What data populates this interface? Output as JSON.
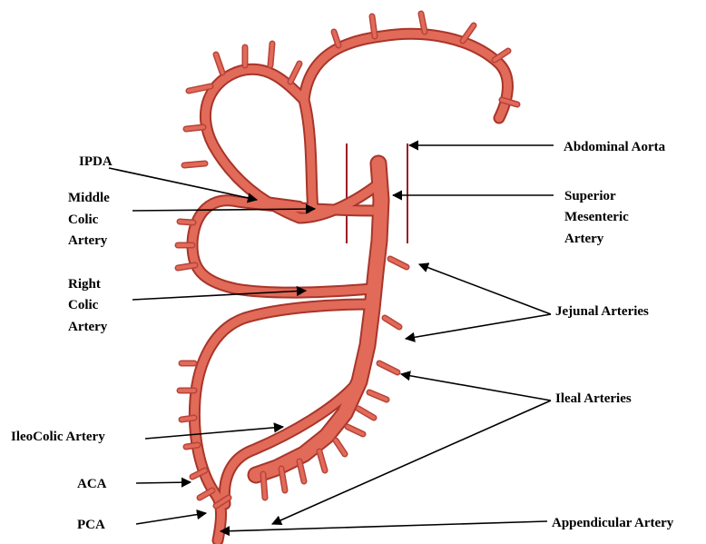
{
  "colors": {
    "vessel_fill": "#e16a58",
    "vessel_outline": "#a8352a",
    "aorta_line": "#9b1d28",
    "pointer": "#000000",
    "background": "#ffffff"
  },
  "labels": {
    "ipda": "IPDA",
    "middle_colic": [
      "Middle",
      "Colic",
      "Artery"
    ],
    "right_colic": [
      "Right",
      "Colic",
      "Artery"
    ],
    "ileocolic": "IleoColic Artery",
    "aca": "ACA",
    "pca": "PCA",
    "abdominal_aorta": "Abdominal Aorta",
    "superior_mesenteric": [
      "Superior",
      "Mesenteric",
      "Artery"
    ],
    "jejunal": "Jejunal Arteries",
    "ileal": "Ileal Arteries",
    "appendicular": "Appendicular Artery"
  }
}
